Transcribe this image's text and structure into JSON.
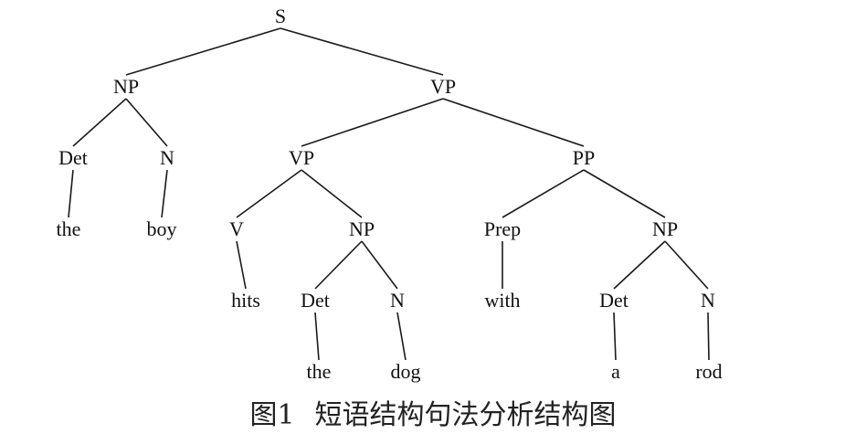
{
  "tree": {
    "nodes": [
      {
        "id": "S",
        "label": "S"
      },
      {
        "id": "NP1",
        "label": "NP"
      },
      {
        "id": "VP1",
        "label": "VP"
      },
      {
        "id": "Det1",
        "label": "Det"
      },
      {
        "id": "N1",
        "label": "N"
      },
      {
        "id": "the1",
        "label": "the"
      },
      {
        "id": "boy",
        "label": "boy"
      },
      {
        "id": "VP2",
        "label": "VP"
      },
      {
        "id": "PP",
        "label": "PP"
      },
      {
        "id": "V",
        "label": "V"
      },
      {
        "id": "NP2",
        "label": "NP"
      },
      {
        "id": "hits",
        "label": "hits"
      },
      {
        "id": "Det2",
        "label": "Det"
      },
      {
        "id": "N2",
        "label": "N"
      },
      {
        "id": "the2",
        "label": "the"
      },
      {
        "id": "dog",
        "label": "dog"
      },
      {
        "id": "Prep",
        "label": "Prep"
      },
      {
        "id": "NP3",
        "label": "NP"
      },
      {
        "id": "with",
        "label": "with"
      },
      {
        "id": "Det3",
        "label": "Det"
      },
      {
        "id": "N3",
        "label": "N"
      },
      {
        "id": "a",
        "label": "a"
      },
      {
        "id": "rod",
        "label": "rod"
      }
    ],
    "edges": [
      [
        "S",
        "NP1"
      ],
      [
        "S",
        "VP1"
      ],
      [
        "NP1",
        "Det1"
      ],
      [
        "NP1",
        "N1"
      ],
      [
        "Det1",
        "the1"
      ],
      [
        "N1",
        "boy"
      ],
      [
        "VP1",
        "VP2"
      ],
      [
        "VP1",
        "PP"
      ],
      [
        "VP2",
        "V"
      ],
      [
        "VP2",
        "NP2"
      ],
      [
        "V",
        "hits"
      ],
      [
        "NP2",
        "Det2"
      ],
      [
        "NP2",
        "N2"
      ],
      [
        "Det2",
        "the2"
      ],
      [
        "N2",
        "dog"
      ],
      [
        "PP",
        "Prep"
      ],
      [
        "PP",
        "NP3"
      ],
      [
        "Prep",
        "with"
      ],
      [
        "NP3",
        "Det3"
      ],
      [
        "NP3",
        "N3"
      ],
      [
        "Det3",
        "a"
      ],
      [
        "N3",
        "rod"
      ]
    ]
  },
  "caption": {
    "number": "图1",
    "text": "短语结构句法分析结构图"
  }
}
